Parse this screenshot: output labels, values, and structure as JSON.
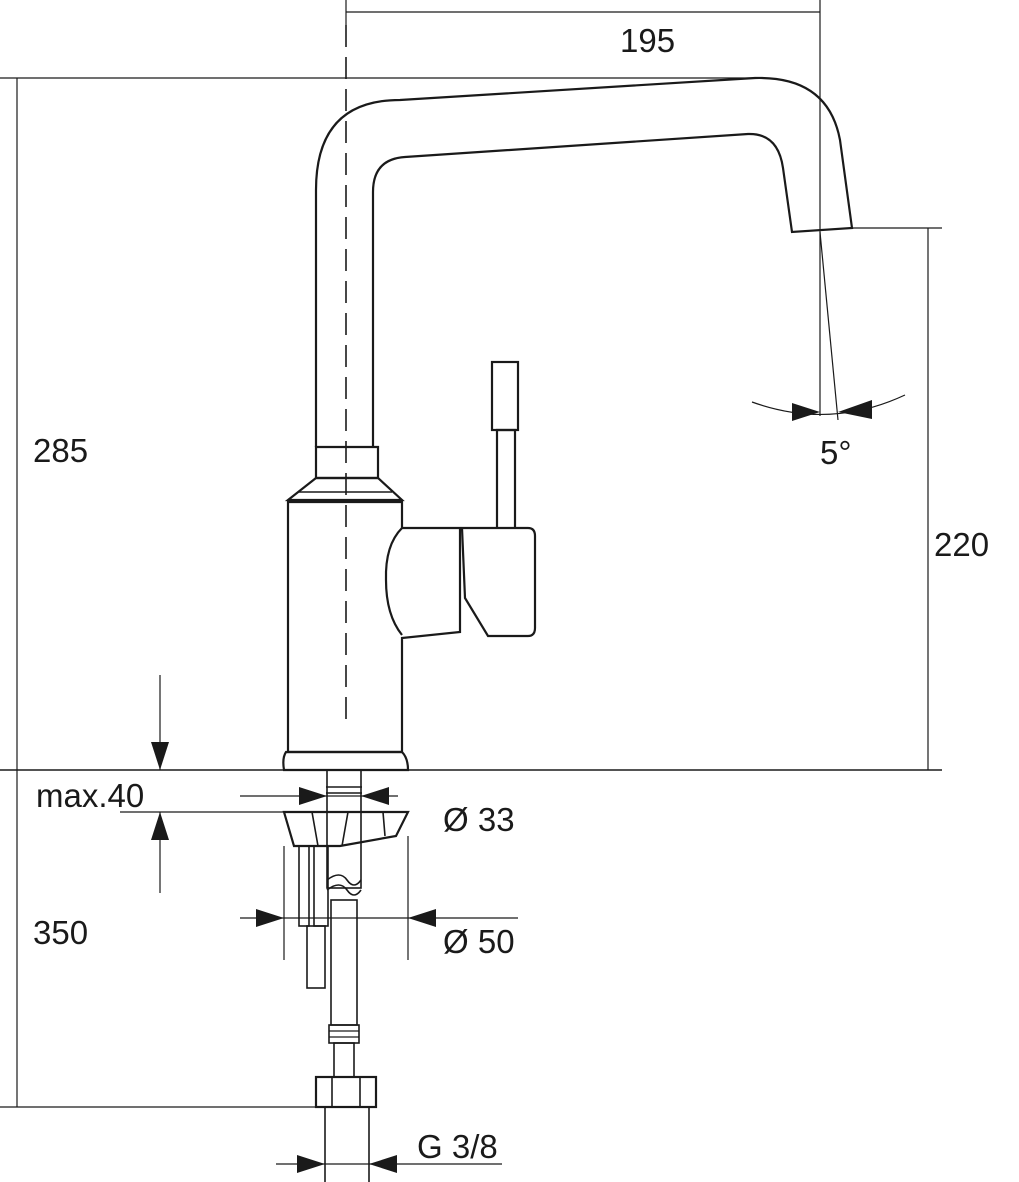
{
  "dimensions": {
    "spout_reach": "195",
    "total_height": "285",
    "spout_height": "220",
    "spout_angle": "5°",
    "max_worktop_thickness": "max.40",
    "supply_length": "350",
    "shank_diameter": "Ø 33",
    "hole_diameter": "Ø 50",
    "thread_size": "G 3/8"
  }
}
